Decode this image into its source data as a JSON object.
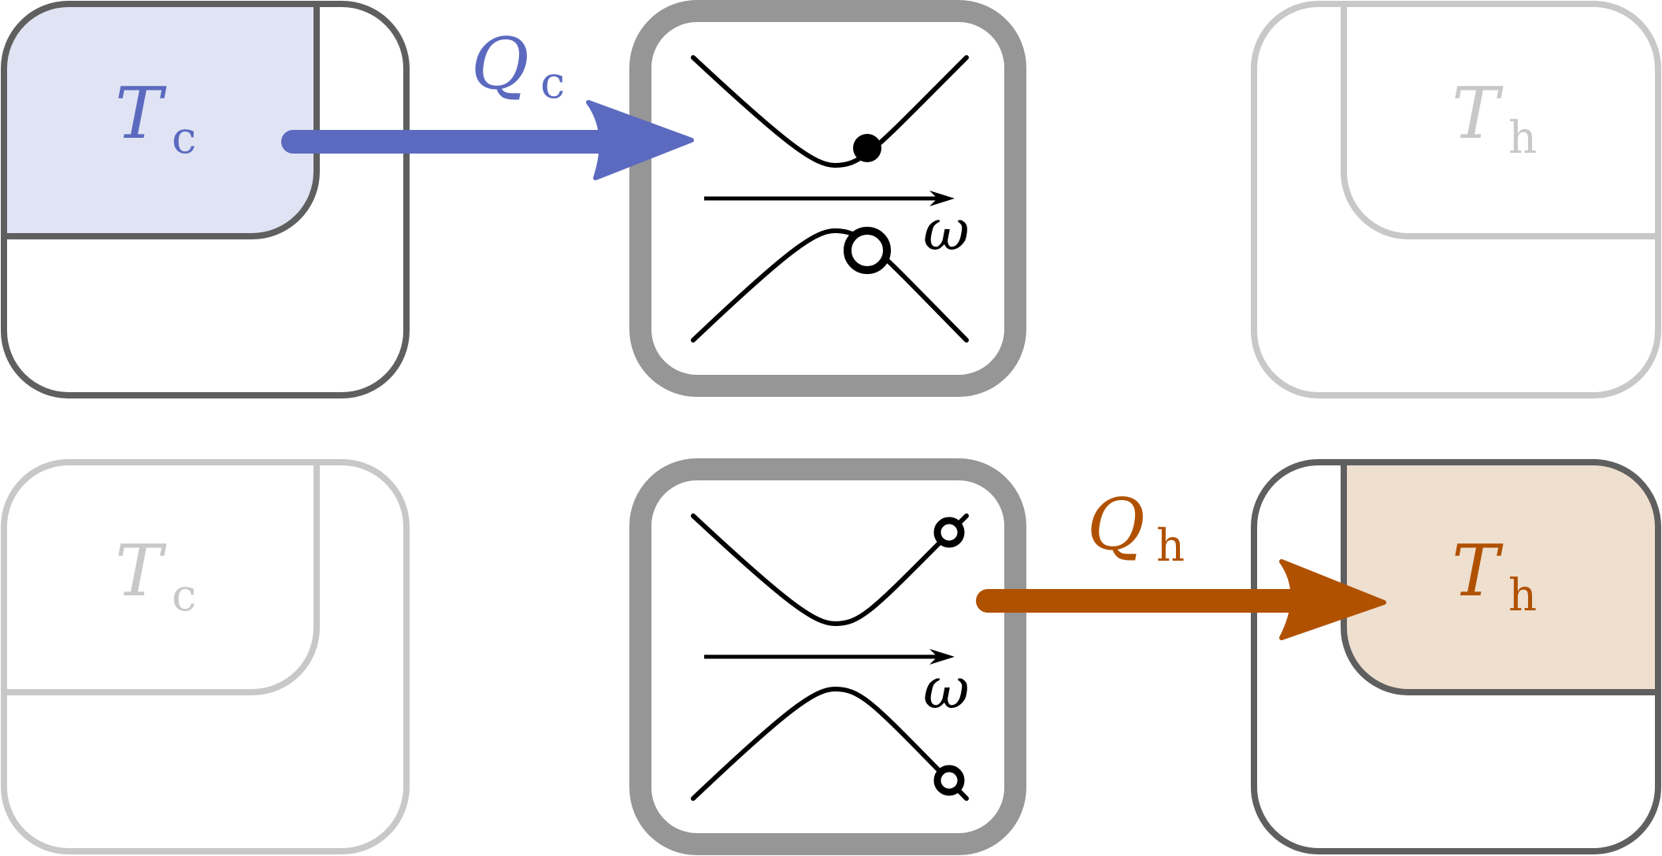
{
  "labels": {
    "tc_top": {
      "main": "T",
      "sub": "c"
    },
    "th_top": {
      "main": "T",
      "sub": "h"
    },
    "tc_bottom": {
      "main": "T",
      "sub": "c"
    },
    "th_bottom": {
      "main": "T",
      "sub": "h"
    },
    "qc": {
      "main": "Q",
      "sub": "c"
    },
    "qh": {
      "main": "Q",
      "sub": "h"
    },
    "omega_top": "ω",
    "omega_bottom": "ω"
  },
  "colors": {
    "cold": "#5b6abf",
    "cold_fill": "#e0e3f3",
    "hot": "#b05100",
    "hot_fill": "#eedfcf",
    "active_border": "#5f5f5f",
    "inactive_border": "#c8c8c8",
    "system_border": "#969696",
    "curve": "#000000"
  },
  "states": {
    "top_left_reservoir": "active",
    "top_right_reservoir": "inactive",
    "bottom_left_reservoir": "inactive",
    "bottom_right_reservoir": "active"
  }
}
